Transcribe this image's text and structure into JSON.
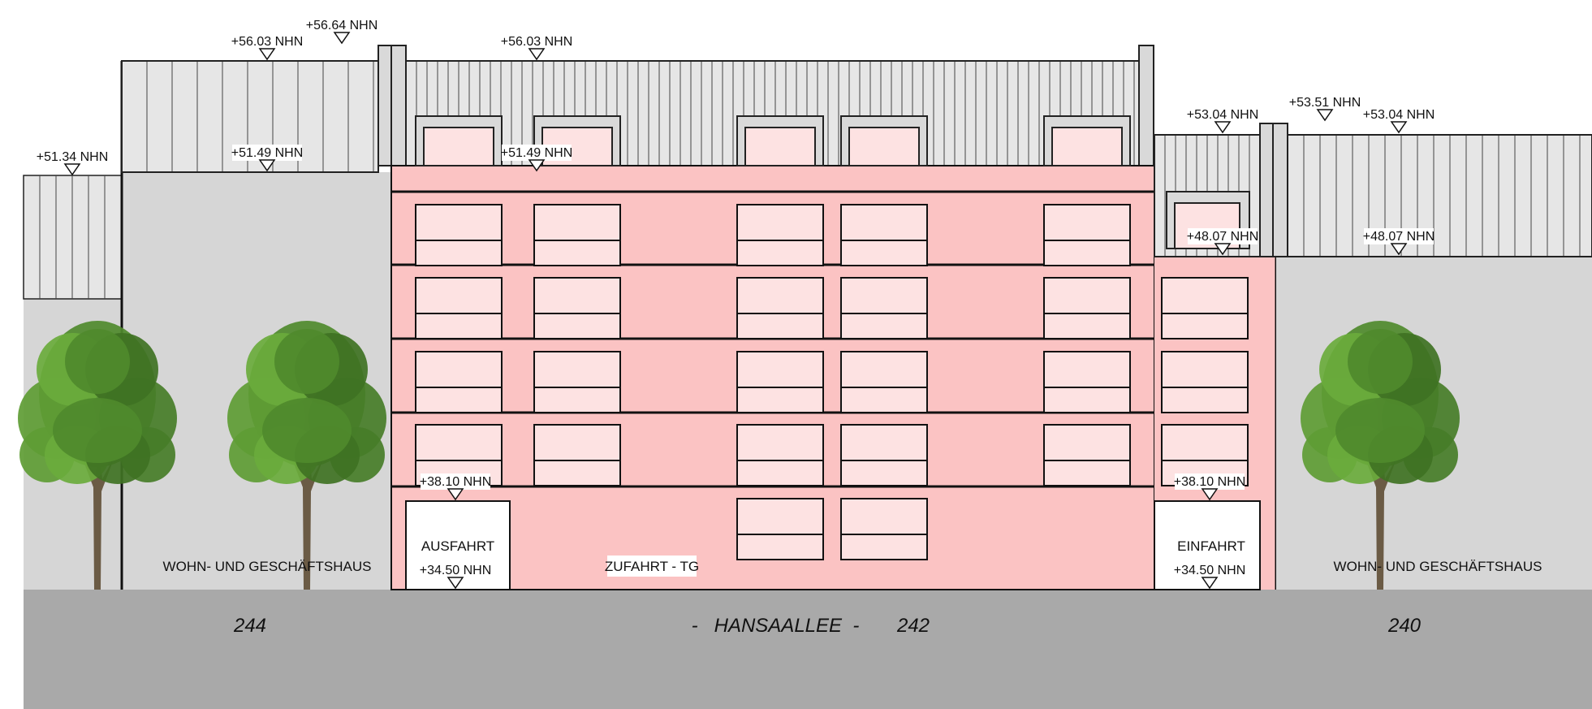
{
  "levels": {
    "roof_left_top": "+56.03 NHN",
    "roof_left_ridge": "+56.64 NHN",
    "roof_main_top": "+56.03 NHN",
    "left_far_eaves": "+51.34 NHN",
    "roof_left_eaves": "+51.49 NHN",
    "roof_main_eaves": "+51.49 NHN",
    "right_eaves_a": "+53.04 NHN",
    "right_ridge": "+53.51 NHN",
    "right_eaves_b": "+53.04 NHN",
    "right_base_a": "+48.07 NHN",
    "right_base_b": "+48.07 NHN",
    "ground_floor_left": "+38.10 NHN",
    "ground_floor_right": "+38.10 NHN",
    "exit_level": "+34.50 NHN",
    "entry_level": "+34.50 NHN"
  },
  "labels": {
    "neighbor_left": "WOHN- UND GESCHÄFTSHAUS",
    "neighbor_right": "WOHN- UND GESCHÄFTSHAUS",
    "exit": "AUSFAHRT",
    "entry": "EINFAHRT",
    "garage_access": "ZUFAHRT - TG"
  },
  "street": {
    "number_left": "244",
    "name": "-   HANSAALLEE  -",
    "number_center": "242",
    "number_right": "240"
  },
  "colors": {
    "facade": "#fbc3c3",
    "window": "#fde2e2",
    "roof": "#e6e6e6",
    "neighbor": "#d6d6d6",
    "street": "#a9a9a9",
    "tree": "#4f8a2c"
  }
}
